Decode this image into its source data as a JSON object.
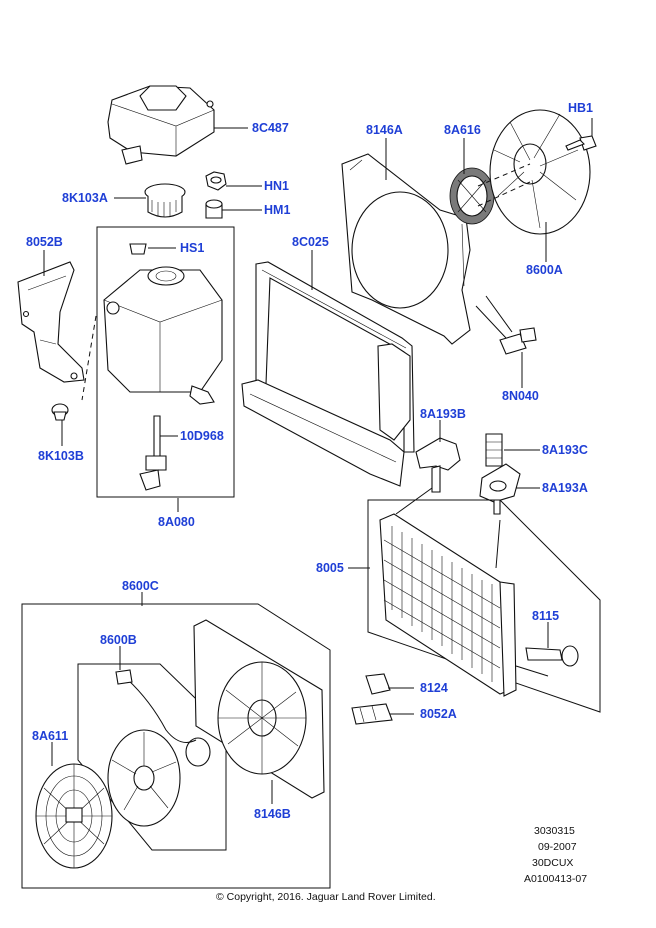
{
  "labels": {
    "8C487": "8C487",
    "HB1": "HB1",
    "8146A": "8146A",
    "8A616": "8A616",
    "HN1": "HN1",
    "8K103A": "8K103A",
    "HM1": "HM1",
    "8052B": "8052B",
    "HS1": "HS1",
    "8C025": "8C025",
    "8600A": "8600A",
    "8N040": "8N040",
    "8A193B": "8A193B",
    "10D968": "10D968",
    "8A193C": "8A193C",
    "8K103B": "8K103B",
    "8A193A": "8A193A",
    "8A080": "8A080",
    "8005": "8005",
    "8600C": "8600C",
    "8115": "8115",
    "8600B": "8600B",
    "8124": "8124",
    "8052A": "8052A",
    "8A611": "8A611",
    "8146B": "8146B"
  },
  "meta": {
    "line1": "3030315",
    "line2": "09-2007",
    "line3": "30DCUX",
    "line4": "A0100413-07"
  },
  "copyright": "© Copyright, 2016. Jaguar Land Rover Limited."
}
